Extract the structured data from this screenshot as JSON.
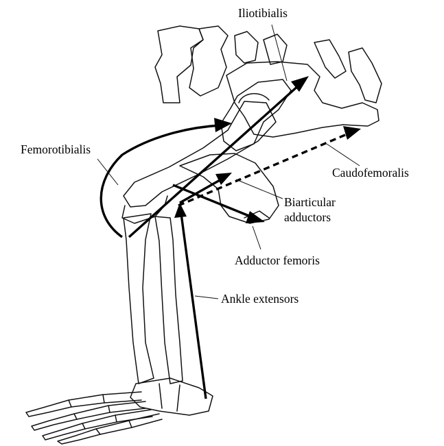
{
  "labels": {
    "iliotibialis": "Iliotibialis",
    "femorotibialis": "Femorotibialis",
    "caudofemoralis": "Caudofemoralis",
    "biarticular_line1": "Biarticular",
    "biarticular_line2": "adductors",
    "adductor_femoris": "Adductor femoris",
    "ankle_extensors": "Ankle extensors"
  },
  "colors": {
    "ink": "#000000",
    "background": "#ffffff"
  }
}
